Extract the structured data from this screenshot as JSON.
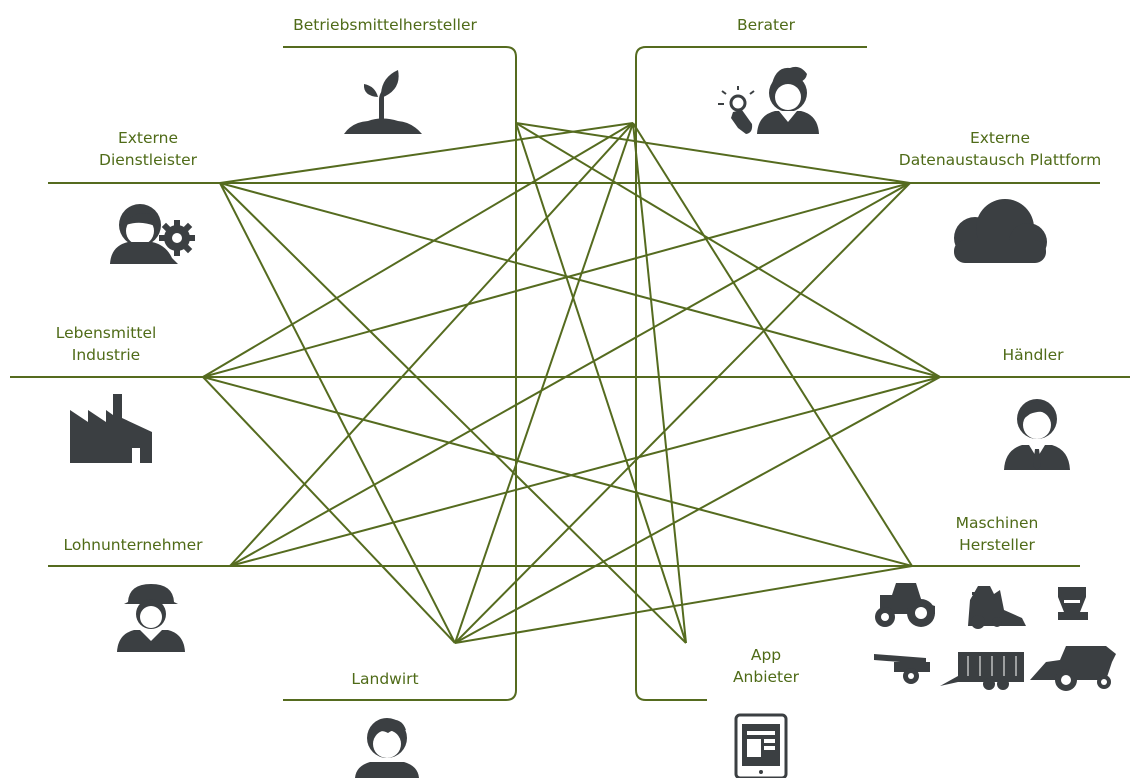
{
  "colors": {
    "line": "#556b1f",
    "label": "#4f6b18",
    "icon": "#3b3f42"
  },
  "nodes": {
    "betriebsmittelhersteller": {
      "lines": [
        "Betriebsmittelhersteller"
      ],
      "icon": "plant-icon"
    },
    "berater": {
      "lines": [
        "Berater"
      ],
      "icon": "advisor-lightbulb-icon"
    },
    "externe_dienstleister": {
      "lines": [
        "Externe",
        "Dienstleister"
      ],
      "icon": "service-gear-person-icon"
    },
    "externe_plattform": {
      "lines": [
        "Externe",
        "Datenaustausch Plattform"
      ],
      "icon": "cloud-icon"
    },
    "lebensmittel_industrie": {
      "lines": [
        "Lebensmittel",
        "Industrie"
      ],
      "icon": "factory-icon"
    },
    "haendler": {
      "lines": [
        "Händler"
      ],
      "icon": "businessman-icon"
    },
    "lohnunternehmer": {
      "lines": [
        "Lohnunternehmer"
      ],
      "icon": "helmet-worker-icon"
    },
    "maschinen_hersteller": {
      "lines": [
        "Maschinen",
        "Hersteller"
      ],
      "icon": "farm-machinery-icon"
    },
    "landwirt": {
      "lines": [
        "Landwirt"
      ],
      "icon": "farmer-icon"
    },
    "app_anbieter": {
      "lines": [
        "App",
        "Anbieter"
      ],
      "icon": "tablet-app-icon"
    }
  }
}
